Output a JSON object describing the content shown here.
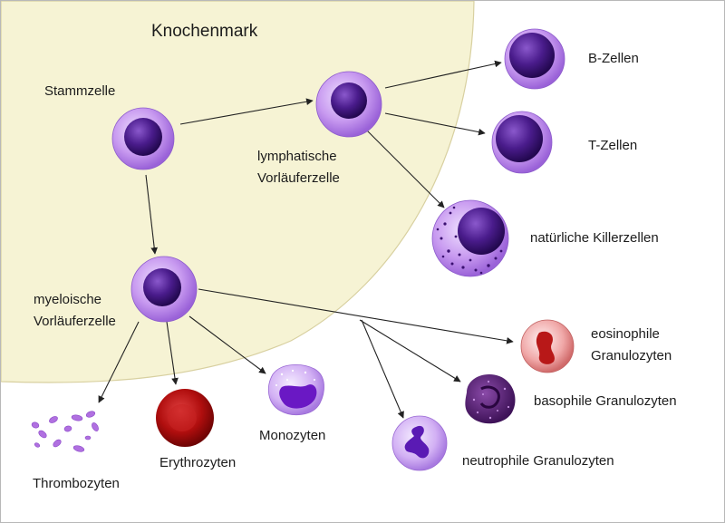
{
  "diagram": {
    "title": "Knochenmark",
    "labels": {
      "stem": "Stammzelle",
      "lymphoid": "lymphatische\nVorläuferzelle",
      "myeloid": "myeloische\nVorläuferzelle",
      "bcell": "B-Zellen",
      "tcell": "T-Zellen",
      "nk": "natürliche Killerzellen",
      "eosinophil": "eosinophile\nGranulozyten",
      "basophil": "basophile Granulozyten",
      "neutrophil": "neutrophile Granulozyten",
      "monocyte": "Monozyten",
      "erythrocyte": "Erythrozyten",
      "platelet": "Thrombozyten"
    },
    "colors": {
      "bone_marrow": "#f6f3d4",
      "cell_membrane": "#c89af0",
      "nucleus": "#4a1c8c",
      "erythrocyte": "#b00e0e",
      "eosinophil": "#f0a8a8",
      "basophil": "#5a2878",
      "arrow": "#222222"
    }
  }
}
